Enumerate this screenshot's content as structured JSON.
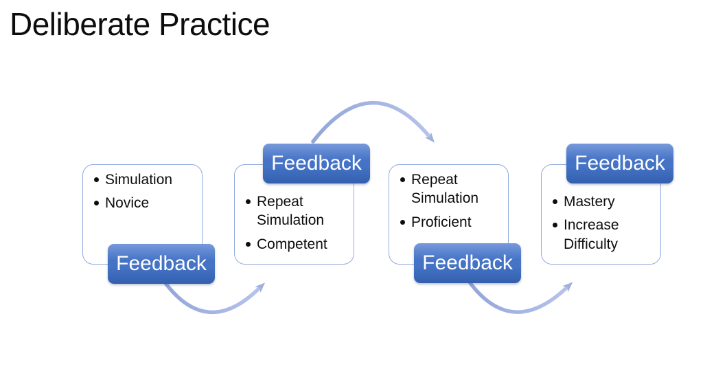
{
  "slide_title": "Deliberate Practice",
  "feedback_label": "Feedback",
  "stages": [
    {
      "name": "stage-1",
      "bullets": [
        "Simulation",
        "Novice"
      ],
      "feedback_position": "bottom"
    },
    {
      "name": "stage-2",
      "bullets": [
        "Repeat Simulation",
        "Competent"
      ],
      "feedback_position": "top"
    },
    {
      "name": "stage-3",
      "bullets": [
        "Repeat Simulation",
        "Proficient"
      ],
      "feedback_position": "bottom"
    },
    {
      "name": "stage-4",
      "bullets": [
        "Mastery",
        "Increase Difficulty"
      ],
      "feedback_position": "top"
    }
  ],
  "arrows": [
    {
      "name": "arrow-1",
      "from": "stage-1-feedback",
      "to": "stage-2",
      "curve": "down"
    },
    {
      "name": "arrow-2",
      "from": "stage-2-feedback",
      "to": "stage-3",
      "curve": "up"
    },
    {
      "name": "arrow-3",
      "from": "stage-3-feedback",
      "to": "stage-4",
      "curve": "down"
    }
  ],
  "colors": {
    "background": "#ffffff",
    "title_text": "#0c0c0c",
    "bullet_text": "#0d0d0d",
    "box_fill": "#ffffff",
    "box_border": "#8faadc",
    "feedback_gradient_top": "#7699db",
    "feedback_gradient_mid": "#4573c5",
    "feedback_gradient_bottom": "#335fae",
    "feedback_text": "#ffffff",
    "arrow": "#a9b8e3",
    "arrowhead": "#9fb0dd"
  }
}
